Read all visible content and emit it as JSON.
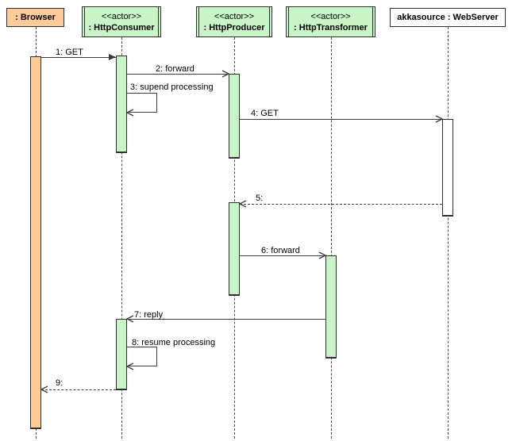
{
  "colors": {
    "object_fill": "#ffcc99",
    "actor_fill": "#c8f4c8",
    "server_fill": "#ffffff",
    "box_border": "#2f2f2f",
    "message_line": "#3c3c3c",
    "background": "#ffffff"
  },
  "participants": [
    {
      "id": "browser",
      "label": ": Browser"
    },
    {
      "id": "http-consumer",
      "stereotype": "<<actor>>",
      "label": ": HttpConsumer"
    },
    {
      "id": "http-producer",
      "stereotype": "<<actor>>",
      "label": ": HttpProducer"
    },
    {
      "id": "http-transformer",
      "stereotype": "<<actor>>",
      "label": ": HttpTransformer"
    },
    {
      "id": "web-server",
      "label": "akkasource : WebServer"
    }
  ],
  "messages": [
    {
      "label": "1: GET",
      "from": "browser",
      "to": "http-consumer",
      "line": "solid",
      "arrow": "filled"
    },
    {
      "label": "2: forward",
      "from": "http-consumer",
      "to": "http-producer",
      "line": "solid",
      "arrow": "open"
    },
    {
      "label": "3: supend processing",
      "from": "http-consumer",
      "to": "http-consumer",
      "line": "solid",
      "arrow": "open"
    },
    {
      "label": "4: GET",
      "from": "http-producer",
      "to": "web-server",
      "line": "solid",
      "arrow": "open"
    },
    {
      "label": "5:",
      "from": "web-server",
      "to": "http-producer",
      "line": "dashed",
      "arrow": "open"
    },
    {
      "label": "6: forward",
      "from": "http-producer",
      "to": "http-transformer",
      "line": "solid",
      "arrow": "open"
    },
    {
      "label": "7: reply",
      "from": "http-transformer",
      "to": "http-consumer",
      "line": "solid",
      "arrow": "open"
    },
    {
      "label": "8: resume processing",
      "from": "http-consumer",
      "to": "http-consumer",
      "line": "solid",
      "arrow": "open"
    },
    {
      "label": "9:",
      "from": "http-consumer",
      "to": "browser",
      "line": "dashed",
      "arrow": "open"
    }
  ]
}
